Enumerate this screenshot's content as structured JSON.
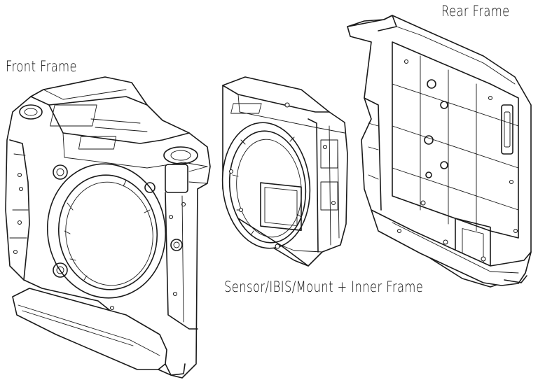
{
  "labels": {
    "front": "Front Frame",
    "rear": "Rear Frame",
    "sensor": "Sensor/IBIS/Mount + Inner Frame"
  }
}
